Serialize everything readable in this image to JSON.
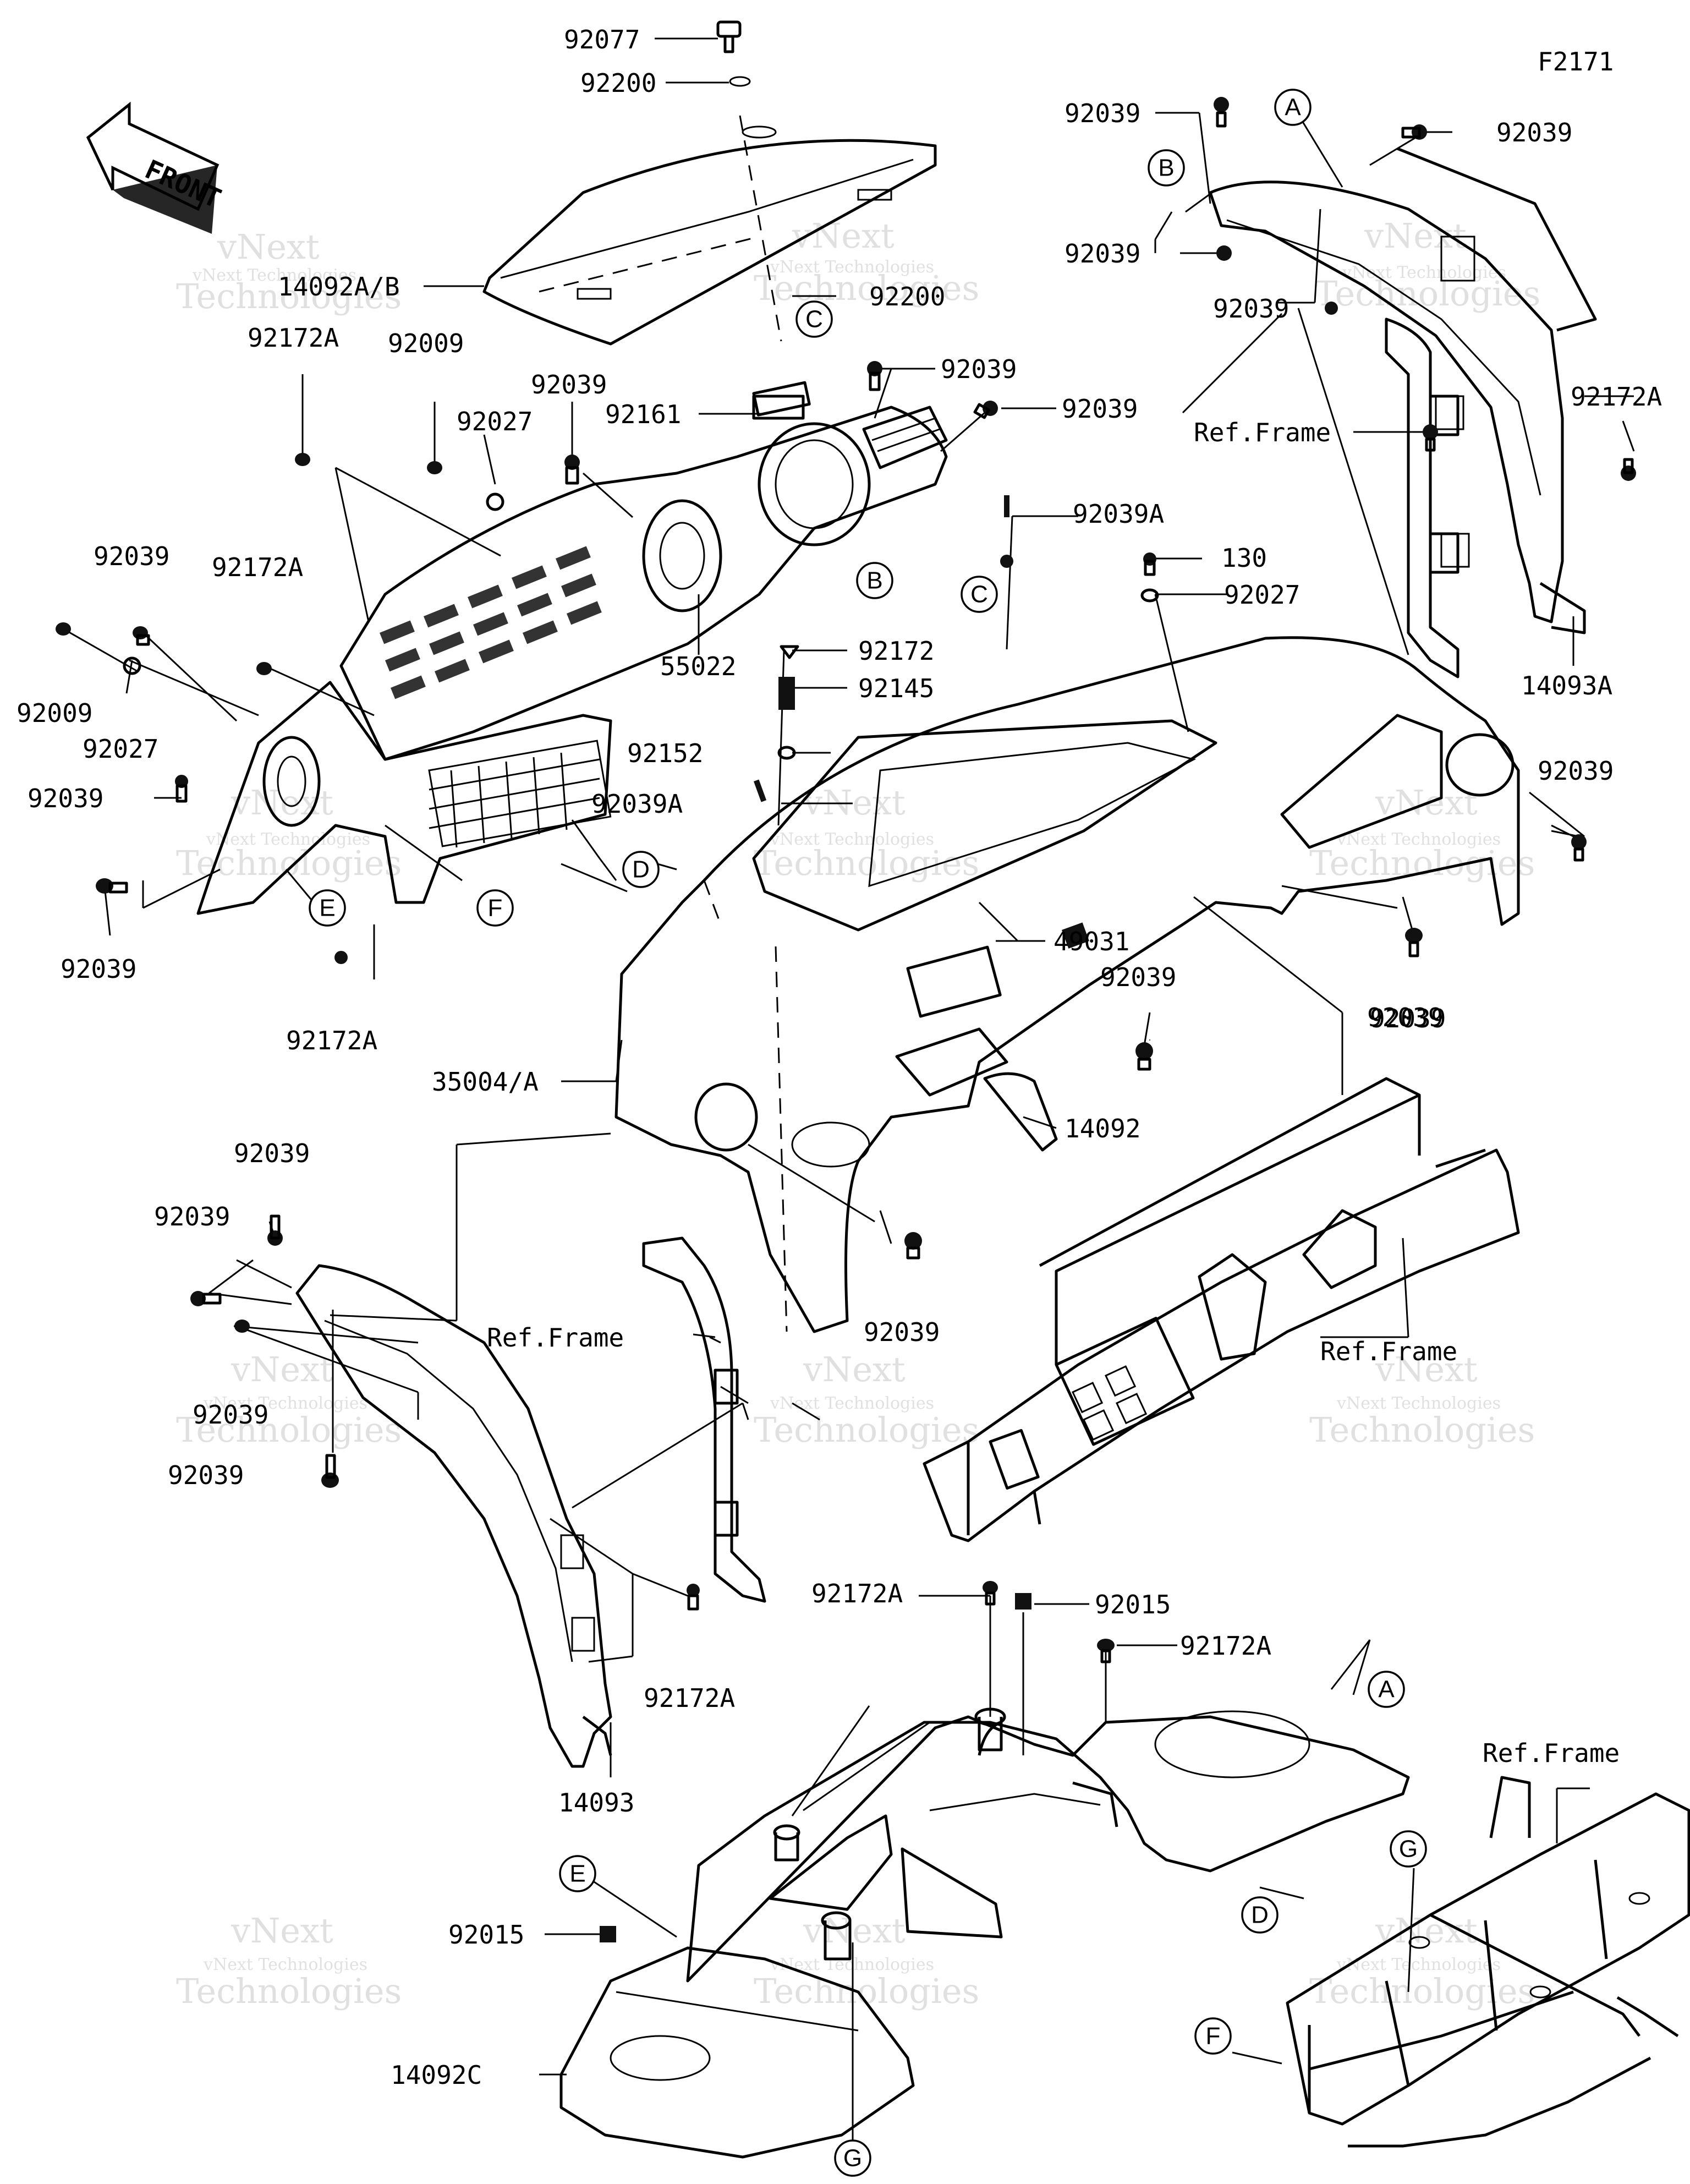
{
  "figure_code": "F2171",
  "front_arrow_text": "FRONT",
  "watermark": {
    "line1": "vNext Technologies",
    "line2": "vNext",
    "line3": "Technologies"
  },
  "part_labels": [
    "92077",
    "92200",
    "14092A/B",
    "92200",
    "92039",
    "92039",
    "92161",
    "92172A",
    "92009",
    "92027",
    "92039",
    "92039A",
    "130",
    "92027",
    "92172",
    "92145",
    "92152",
    "92039A",
    "55022",
    "92039",
    "92172A",
    "92009",
    "92027",
    "92039",
    "92039",
    "92172A",
    "35004/A",
    "49031",
    "92039",
    "14092",
    "92039",
    "92039",
    "92039",
    "92039",
    "92039",
    "92039",
    "92039",
    "92172A",
    "14093",
    "92172A",
    "92015",
    "92172A",
    "92015",
    "14092C",
    "92039",
    "92039",
    "92039",
    "92039",
    "92172A",
    "14093A",
    "92039"
  ],
  "frame_labels": [
    "Ref.Frame",
    "Ref.Frame",
    "Ref.Frame",
    "Ref.Frame"
  ],
  "callouts": [
    "A",
    "B",
    "C",
    "B",
    "C",
    "D",
    "E",
    "F",
    "A",
    "E",
    "D",
    "F",
    "G",
    "G"
  ]
}
